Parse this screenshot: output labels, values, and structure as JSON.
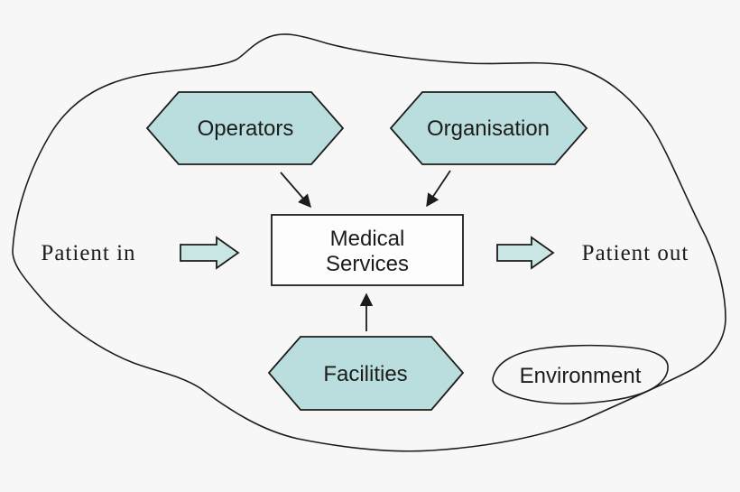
{
  "diagram": {
    "type": "system-context-diagram",
    "background_color": "#f7f7f7",
    "colors": {
      "node_fill": "#badedd",
      "node_stroke": "#1c1c1c",
      "flow_arrow_fill": "#c9e6e4",
      "line": "#1c1c1c",
      "box_fill": "#fdfdfd"
    },
    "nodes": {
      "operators": {
        "label": "Operators",
        "shape": "hexagon"
      },
      "organisation": {
        "label": "Organisation",
        "shape": "hexagon"
      },
      "facilities": {
        "label": "Facilities",
        "shape": "hexagon"
      },
      "medical_services": {
        "label_line1": "Medical",
        "label_line2": "Services",
        "shape": "rectangle"
      },
      "environment": {
        "label": "Environment",
        "shape": "freeform-bubble"
      }
    },
    "flow_labels": {
      "patient_in": "Patient in",
      "patient_out": "Patient out"
    },
    "edges": [
      {
        "from": "Operators",
        "to": "Medical Services",
        "style": "arrow"
      },
      {
        "from": "Organisation",
        "to": "Medical Services",
        "style": "arrow"
      },
      {
        "from": "Facilities",
        "to": "Medical Services",
        "style": "arrow"
      },
      {
        "from": "Patient in",
        "to": "Medical Services",
        "style": "block-arrow"
      },
      {
        "from": "Medical Services",
        "to": "Patient out",
        "style": "block-arrow"
      }
    ]
  }
}
